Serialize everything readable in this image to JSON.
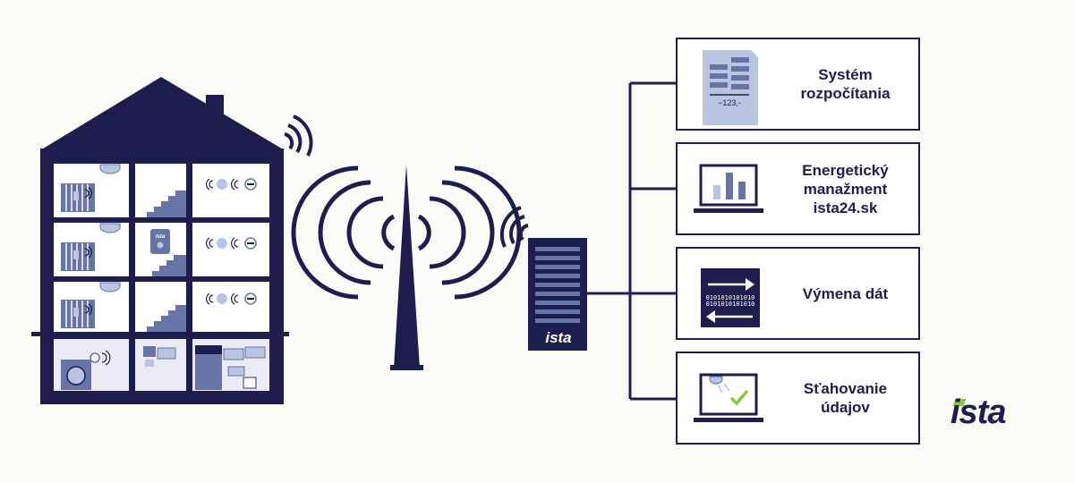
{
  "services": [
    {
      "label": "Systém\nrozpočítania",
      "icon": "document-icon",
      "doc_amount": "−123,-"
    },
    {
      "label": "Energetický\nmanažment\nista24.sk",
      "icon": "laptop-chart-icon"
    },
    {
      "label": "Výmena dát",
      "icon": "data-exchange-icon",
      "binary_text": "0101010101010"
    },
    {
      "label": "Sťahovanie\núdajov",
      "icon": "laptop-download-icon"
    }
  ],
  "server": {
    "logo": "ista"
  },
  "meter": {
    "logo": "ista",
    "meter_label": "ista"
  },
  "brand": {
    "name": "ista"
  },
  "colors": {
    "navy": "#1d1e4e",
    "device_blue": "#6674a6",
    "light_blue": "#b8c4e0",
    "lavender": "#ecebf5",
    "green": "#8cc63f"
  }
}
